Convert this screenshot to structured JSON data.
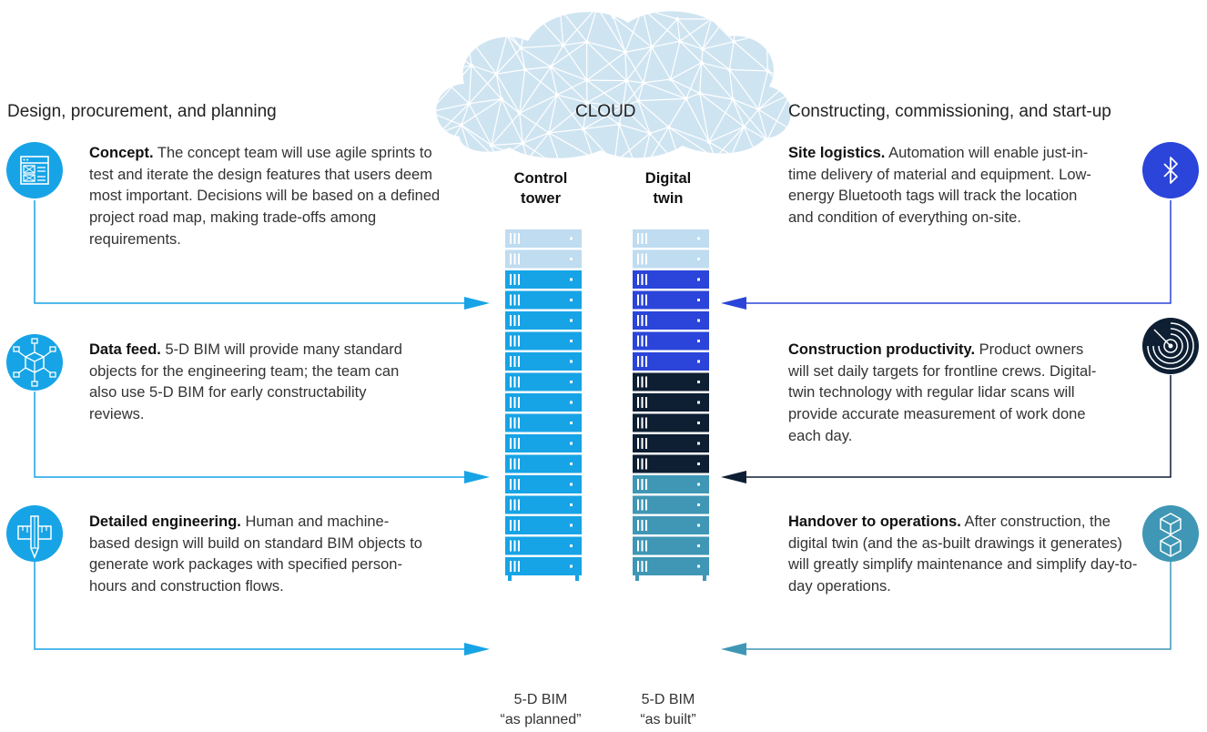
{
  "cloud": {
    "label": "CLOUD"
  },
  "left": {
    "heading": "Design, procurement, and planning",
    "items": [
      {
        "icon": "wireframe-icon",
        "title": "Concept.",
        "text": "The concept team will use agile sprints to test and iterate the design features that users deem most important. Decisions will be based on a defined project road map, making trade-offs among requirements."
      },
      {
        "icon": "data-cube-network-icon",
        "title": "Data feed.",
        "text": "5-D BIM will provide many standard objects for the engineering team; the team can also use 5-D BIM for early constructability reviews."
      },
      {
        "icon": "pencil-ruler-icon",
        "title": "Detailed engineering.",
        "text": "Human and machine-based design will build on standard BIM objects to generate work packages with specified person-hours and construction flows."
      }
    ]
  },
  "right": {
    "heading": "Constructing, commissioning, and start-up",
    "items": [
      {
        "icon": "bluetooth-icon",
        "title": "Site logistics.",
        "text": "Automation will enable just-in-time delivery of material and equipment. Low-energy Bluetooth tags will track the location and condition of everything on-site."
      },
      {
        "icon": "radar-icon",
        "title": "Construction productivity.",
        "text": "Product owners will set daily targets for frontline crews. Digital-twin technology with regular lidar scans will provide accurate measurement of work done each day."
      },
      {
        "icon": "cubes-icon",
        "title": "Handover to operations.",
        "text": "After construction, the digital twin (and the as-built drawings it generates) will greatly simplify maintenance and simplify day-to-day operations."
      }
    ]
  },
  "columns": [
    {
      "top_label_1": "Control",
      "top_label_2": "tower",
      "bottom_label_1": "5-D BIM",
      "bottom_label_2": "“as planned”"
    },
    {
      "top_label_1": "Digital",
      "top_label_2": "twin",
      "bottom_label_1": "5-D BIM",
      "bottom_label_2": "“as built”"
    }
  ],
  "colors": {
    "light_blue": "#bfdcf0",
    "sky_blue": "#17a4e6",
    "royal_blue": "#2b44d9",
    "navy": "#0e1f33",
    "teal": "#3f97b5",
    "cloud_fill": "#cfe4f1",
    "cloud_line": "#ffffff"
  }
}
